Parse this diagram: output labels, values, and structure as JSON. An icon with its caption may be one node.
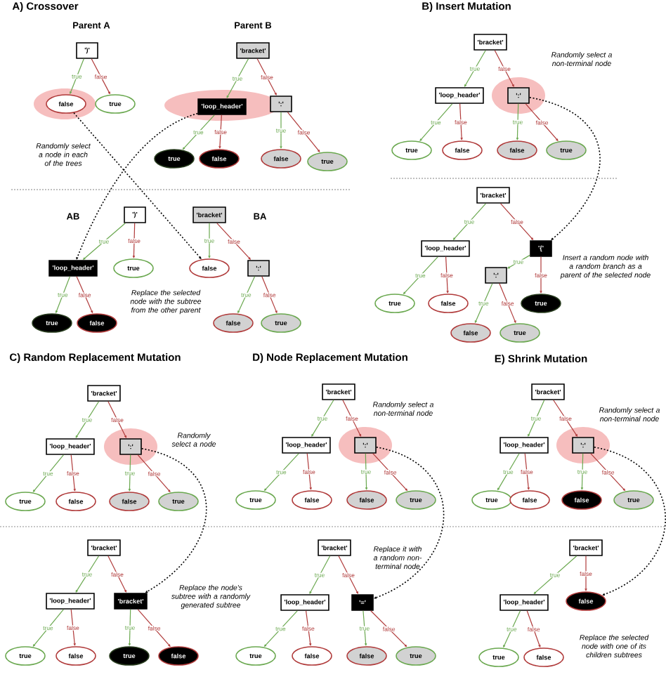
{
  "diagram": {
    "nodes": [
      {
        "text": [
          "')'"
        ]
      },
      {
        "text": [
          "false"
        ]
      },
      {
        "text": [
          "true"
        ]
      },
      {
        "text": [
          "'bracket'"
        ]
      },
      {
        "text": [
          "'loop_header'"
        ]
      },
      {
        "text": [
          "':'"
        ]
      },
      {
        "text": [
          "true"
        ]
      },
      {
        "text": [
          "false"
        ]
      },
      {
        "text": [
          "false"
        ]
      },
      {
        "text": [
          "true"
        ]
      },
      {
        "text": [
          "')'"
        ]
      },
      {
        "text": [
          "'loop_header'"
        ]
      },
      {
        "text": [
          "true"
        ]
      },
      {
        "text": [
          "true"
        ]
      },
      {
        "text": [
          "false"
        ]
      },
      {
        "text": [
          "'bracket'"
        ]
      },
      {
        "text": [
          "false"
        ]
      },
      {
        "text": [
          "':'"
        ]
      },
      {
        "text": [
          "false"
        ]
      },
      {
        "text": [
          "true"
        ]
      },
      {
        "text": [
          "'bracket'"
        ]
      },
      {
        "text": [
          "'loop_header'"
        ]
      },
      {
        "text": [
          "':'"
        ]
      },
      {
        "text": [
          "true"
        ]
      },
      {
        "text": [
          "false"
        ]
      },
      {
        "text": [
          "false"
        ]
      },
      {
        "text": [
          "true"
        ]
      },
      {
        "text": [
          "'bracket'"
        ]
      },
      {
        "text": [
          "'loop_header'"
        ]
      },
      {
        "text": [
          "'{'"
        ]
      },
      {
        "text": [
          "true"
        ]
      },
      {
        "text": [
          "false"
        ]
      },
      {
        "text": [
          "':'"
        ]
      },
      {
        "text": [
          "true"
        ]
      },
      {
        "text": [
          "false"
        ]
      },
      {
        "text": [
          "true"
        ]
      },
      {
        "text": [
          "'bracket'"
        ]
      },
      {
        "text": [
          "'loop_header'"
        ]
      },
      {
        "text": [
          "':'"
        ]
      },
      {
        "text": [
          "true"
        ]
      },
      {
        "text": [
          "false"
        ]
      },
      {
        "text": [
          "false"
        ]
      },
      {
        "text": [
          "true"
        ]
      },
      {
        "text": [
          "'bracket'"
        ]
      },
      {
        "text": [
          "'loop_header'"
        ]
      },
      {
        "text": [
          "'bracket'"
        ]
      },
      {
        "text": [
          "true"
        ]
      },
      {
        "text": [
          "false"
        ]
      },
      {
        "text": [
          "true"
        ]
      },
      {
        "text": [
          "false"
        ]
      },
      {
        "text": [
          "'bracket'"
        ]
      },
      {
        "text": [
          "'loop_header'"
        ]
      },
      {
        "text": [
          "':'"
        ]
      },
      {
        "text": [
          "true"
        ]
      },
      {
        "text": [
          "false"
        ]
      },
      {
        "text": [
          "false"
        ]
      },
      {
        "text": [
          "true"
        ]
      },
      {
        "text": [
          "'bracket'"
        ]
      },
      {
        "text": [
          "'loop_header'"
        ]
      },
      {
        "text": [
          "'='"
        ]
      },
      {
        "text": [
          "true"
        ]
      },
      {
        "text": [
          "false"
        ]
      },
      {
        "text": [
          "false"
        ]
      },
      {
        "text": [
          "true"
        ]
      },
      {
        "text": [
          "'bracket'"
        ]
      },
      {
        "text": [
          "'loop_header'"
        ]
      },
      {
        "text": [
          "':'"
        ]
      },
      {
        "text": [
          "true"
        ]
      },
      {
        "text": [
          "false"
        ]
      },
      {
        "text": [
          "false"
        ]
      },
      {
        "text": [
          "true"
        ]
      },
      {
        "text": [
          "'bracket'"
        ]
      },
      {
        "text": [
          "'loop_header'"
        ]
      },
      {
        "text": [
          "false"
        ]
      },
      {
        "text": [
          "true"
        ]
      },
      {
        "text": [
          "false"
        ]
      }
    ],
    "edges": [
      {
        "from": 0,
        "to": 1,
        "arrow": "to",
        "label": "true",
        "color": "#6aa84f"
      },
      {
        "from": 0,
        "to": 2,
        "arrow": "to",
        "label": "false",
        "color": "#b03a3a"
      },
      {
        "from": 3,
        "to": 4,
        "arrow": "to",
        "label": "true",
        "color": "#6aa84f"
      },
      {
        "from": 3,
        "to": 5,
        "arrow": "to",
        "label": "false",
        "color": "#b03a3a"
      },
      {
        "from": 4,
        "to": 6,
        "arrow": "to",
        "label": "true",
        "color": "#6aa84f"
      },
      {
        "from": 4,
        "to": 7,
        "arrow": "to",
        "label": "false",
        "color": "#b03a3a"
      },
      {
        "from": 5,
        "to": 8,
        "arrow": "to",
        "label": "true",
        "color": "#6aa84f"
      },
      {
        "from": 5,
        "to": 9,
        "arrow": "to",
        "label": "false",
        "color": "#b03a3a"
      },
      {
        "from": 10,
        "to": 11,
        "arrow": "to",
        "label": "true",
        "color": "#6aa84f"
      },
      {
        "from": 10,
        "to": 12,
        "arrow": "to",
        "label": "false",
        "color": "#b03a3a"
      },
      {
        "from": 11,
        "to": 13,
        "arrow": "to",
        "label": "true",
        "color": "#6aa84f"
      },
      {
        "from": 11,
        "to": 14,
        "arrow": "to",
        "label": "false",
        "color": "#b03a3a"
      },
      {
        "from": 15,
        "to": 16,
        "arrow": "to",
        "label": "true",
        "color": "#6aa84f"
      },
      {
        "from": 15,
        "to": 17,
        "arrow": "to",
        "label": "false",
        "color": "#b03a3a"
      },
      {
        "from": 17,
        "to": 18,
        "arrow": "to",
        "label": "true",
        "color": "#6aa84f"
      },
      {
        "from": 17,
        "to": 19,
        "arrow": "to",
        "label": "false",
        "color": "#b03a3a"
      },
      {
        "from": 20,
        "to": 21,
        "arrow": "to",
        "label": "true",
        "color": "#6aa84f"
      },
      {
        "from": 20,
        "to": 22,
        "arrow": "to",
        "label": "false",
        "color": "#b03a3a"
      },
      {
        "from": 21,
        "to": 23,
        "arrow": "to",
        "label": "true",
        "color": "#6aa84f"
      },
      {
        "from": 21,
        "to": 24,
        "arrow": "to",
        "label": "false",
        "color": "#b03a3a"
      },
      {
        "from": 22,
        "to": 25,
        "arrow": "to",
        "label": "true",
        "color": "#6aa84f"
      },
      {
        "from": 22,
        "to": 26,
        "arrow": "to",
        "label": "false",
        "color": "#b03a3a"
      },
      {
        "from": 27,
        "to": 28,
        "arrow": "to",
        "label": "true",
        "color": "#6aa84f"
      },
      {
        "from": 27,
        "to": 29,
        "arrow": "to",
        "label": "false",
        "color": "#b03a3a"
      },
      {
        "from": 28,
        "to": 30,
        "arrow": "to",
        "label": "true",
        "color": "#6aa84f"
      },
      {
        "from": 28,
        "to": 31,
        "arrow": "to",
        "label": "false",
        "color": "#b03a3a"
      },
      {
        "from": 29,
        "to": 32,
        "arrow": "to",
        "label": "true",
        "color": "#6aa84f"
      },
      {
        "from": 29,
        "to": 33,
        "arrow": "to",
        "label": "false",
        "color": "#b03a3a"
      },
      {
        "from": 32,
        "to": 34,
        "arrow": "to",
        "label": "true",
        "color": "#6aa84f"
      },
      {
        "from": 32,
        "to": 35,
        "arrow": "to",
        "label": "false",
        "color": "#b03a3a"
      },
      {
        "from": 36,
        "to": 37,
        "arrow": "to",
        "label": "true",
        "color": "#6aa84f"
      },
      {
        "from": 36,
        "to": 38,
        "arrow": "to",
        "label": "false",
        "color": "#b03a3a"
      },
      {
        "from": 37,
        "to": 39,
        "arrow": "to",
        "label": "true",
        "color": "#6aa84f"
      },
      {
        "from": 37,
        "to": 40,
        "arrow": "to",
        "label": "false",
        "color": "#b03a3a"
      },
      {
        "from": 38,
        "to": 41,
        "arrow": "to",
        "label": "true",
        "color": "#6aa84f"
      },
      {
        "from": 38,
        "to": 42,
        "arrow": "to",
        "label": "false",
        "color": "#b03a3a"
      },
      {
        "from": 43,
        "to": 44,
        "arrow": "to",
        "label": "true",
        "color": "#6aa84f"
      },
      {
        "from": 43,
        "to": 45,
        "arrow": "to",
        "label": "false",
        "color": "#b03a3a"
      },
      {
        "from": 44,
        "to": 46,
        "arrow": "to",
        "label": "true",
        "color": "#6aa84f"
      },
      {
        "from": 44,
        "to": 47,
        "arrow": "to",
        "label": "false",
        "color": "#b03a3a"
      },
      {
        "from": 45,
        "to": 48,
        "arrow": "to",
        "label": "true",
        "color": "#6aa84f"
      },
      {
        "from": 45,
        "to": 49,
        "arrow": "to",
        "label": "false",
        "color": "#b03a3a"
      },
      {
        "from": 50,
        "to": 51,
        "arrow": "to",
        "label": "true",
        "color": "#6aa84f"
      },
      {
        "from": 50,
        "to": 52,
        "arrow": "to",
        "label": "false",
        "color": "#b03a3a"
      },
      {
        "from": 51,
        "to": 53,
        "arrow": "to",
        "label": "true",
        "color": "#6aa84f"
      },
      {
        "from": 51,
        "to": 54,
        "arrow": "to",
        "label": "false",
        "color": "#b03a3a"
      },
      {
        "from": 52,
        "to": 55,
        "arrow": "to",
        "label": "true",
        "color": "#6aa84f"
      },
      {
        "from": 52,
        "to": 56,
        "arrow": "to",
        "label": "false",
        "color": "#b03a3a"
      },
      {
        "from": 57,
        "to": 58,
        "arrow": "to",
        "label": "true",
        "color": "#6aa84f"
      },
      {
        "from": 57,
        "to": 59,
        "arrow": "to",
        "label": "false",
        "color": "#b03a3a"
      },
      {
        "from": 58,
        "to": 60,
        "arrow": "to",
        "label": "true",
        "color": "#6aa84f"
      },
      {
        "from": 58,
        "to": 61,
        "arrow": "to",
        "label": "false",
        "color": "#b03a3a"
      },
      {
        "from": 59,
        "to": 62,
        "arrow": "to",
        "label": "true",
        "color": "#6aa84f"
      },
      {
        "from": 59,
        "to": 63,
        "arrow": "to",
        "label": "false",
        "color": "#b03a3a"
      },
      {
        "from": 64,
        "to": 65,
        "arrow": "to",
        "label": "true",
        "color": "#6aa84f"
      },
      {
        "from": 64,
        "to": 66,
        "arrow": "to",
        "label": "false",
        "color": "#b03a3a"
      },
      {
        "from": 65,
        "to": 67,
        "arrow": "to",
        "label": "true",
        "color": "#6aa84f"
      },
      {
        "from": 65,
        "to": 68,
        "arrow": "to",
        "label": "false",
        "color": "#b03a3a"
      },
      {
        "from": 66,
        "to": 69,
        "arrow": "to",
        "label": "true",
        "color": "#6aa84f"
      },
      {
        "from": 66,
        "to": 70,
        "arrow": "to",
        "label": "false",
        "color": "#b03a3a"
      },
      {
        "from": 71,
        "to": 72,
        "arrow": "to",
        "label": "true",
        "color": "#6aa84f"
      },
      {
        "from": 71,
        "to": 73,
        "arrow": "to",
        "label": "false",
        "color": "#b03a3a"
      },
      {
        "from": 72,
        "to": 74,
        "arrow": "to",
        "label": "true",
        "color": "#6aa84f"
      },
      {
        "from": 72,
        "to": 75,
        "arrow": "to",
        "label": "false",
        "color": "#b03a3a"
      },
      {
        "from": 1,
        "to": 16,
        "arrow": "to",
        "style": "dashed",
        "color": "#000000"
      },
      {
        "from": 4,
        "to": 11,
        "arrow": "to",
        "style": "dashed",
        "color": "#000000"
      },
      {
        "from": 22,
        "to": 29,
        "arrow": "to",
        "style": "dashed",
        "color": "#000000"
      },
      {
        "from": 38,
        "to": 45,
        "arrow": "to",
        "style": "dashed",
        "color": "#000000"
      },
      {
        "from": 52,
        "to": 59,
        "arrow": "to",
        "style": "dashed",
        "color": "#000000"
      },
      {
        "from": 66,
        "to": 73,
        "arrow": "to",
        "style": "dashed",
        "color": "#000000"
      }
    ],
    "labels": [
      "A) Crossover",
      "Parent A",
      "Parent B",
      "Randomly select a node in each of the trees",
      "AB",
      "BA",
      "Replace the selected node with the subtree from the other parent",
      "B) Insert Mutation",
      "Randomly select a non-terminal node",
      "Insert a random node with a random branch as a parent of the selected node",
      "C) Random Replacement Mutation",
      "Randomly select a node",
      "Replace the node's subtree with a randomly generated subtree",
      "D) Node Replacement Mutation",
      "Randomly select a non-terminal node",
      "Replace it with a random non-terminal node",
      "E) Shrink Mutation",
      "Randomly select a non-terminal node",
      "Replace the selected node with one of its children subtrees"
    ]
  }
}
